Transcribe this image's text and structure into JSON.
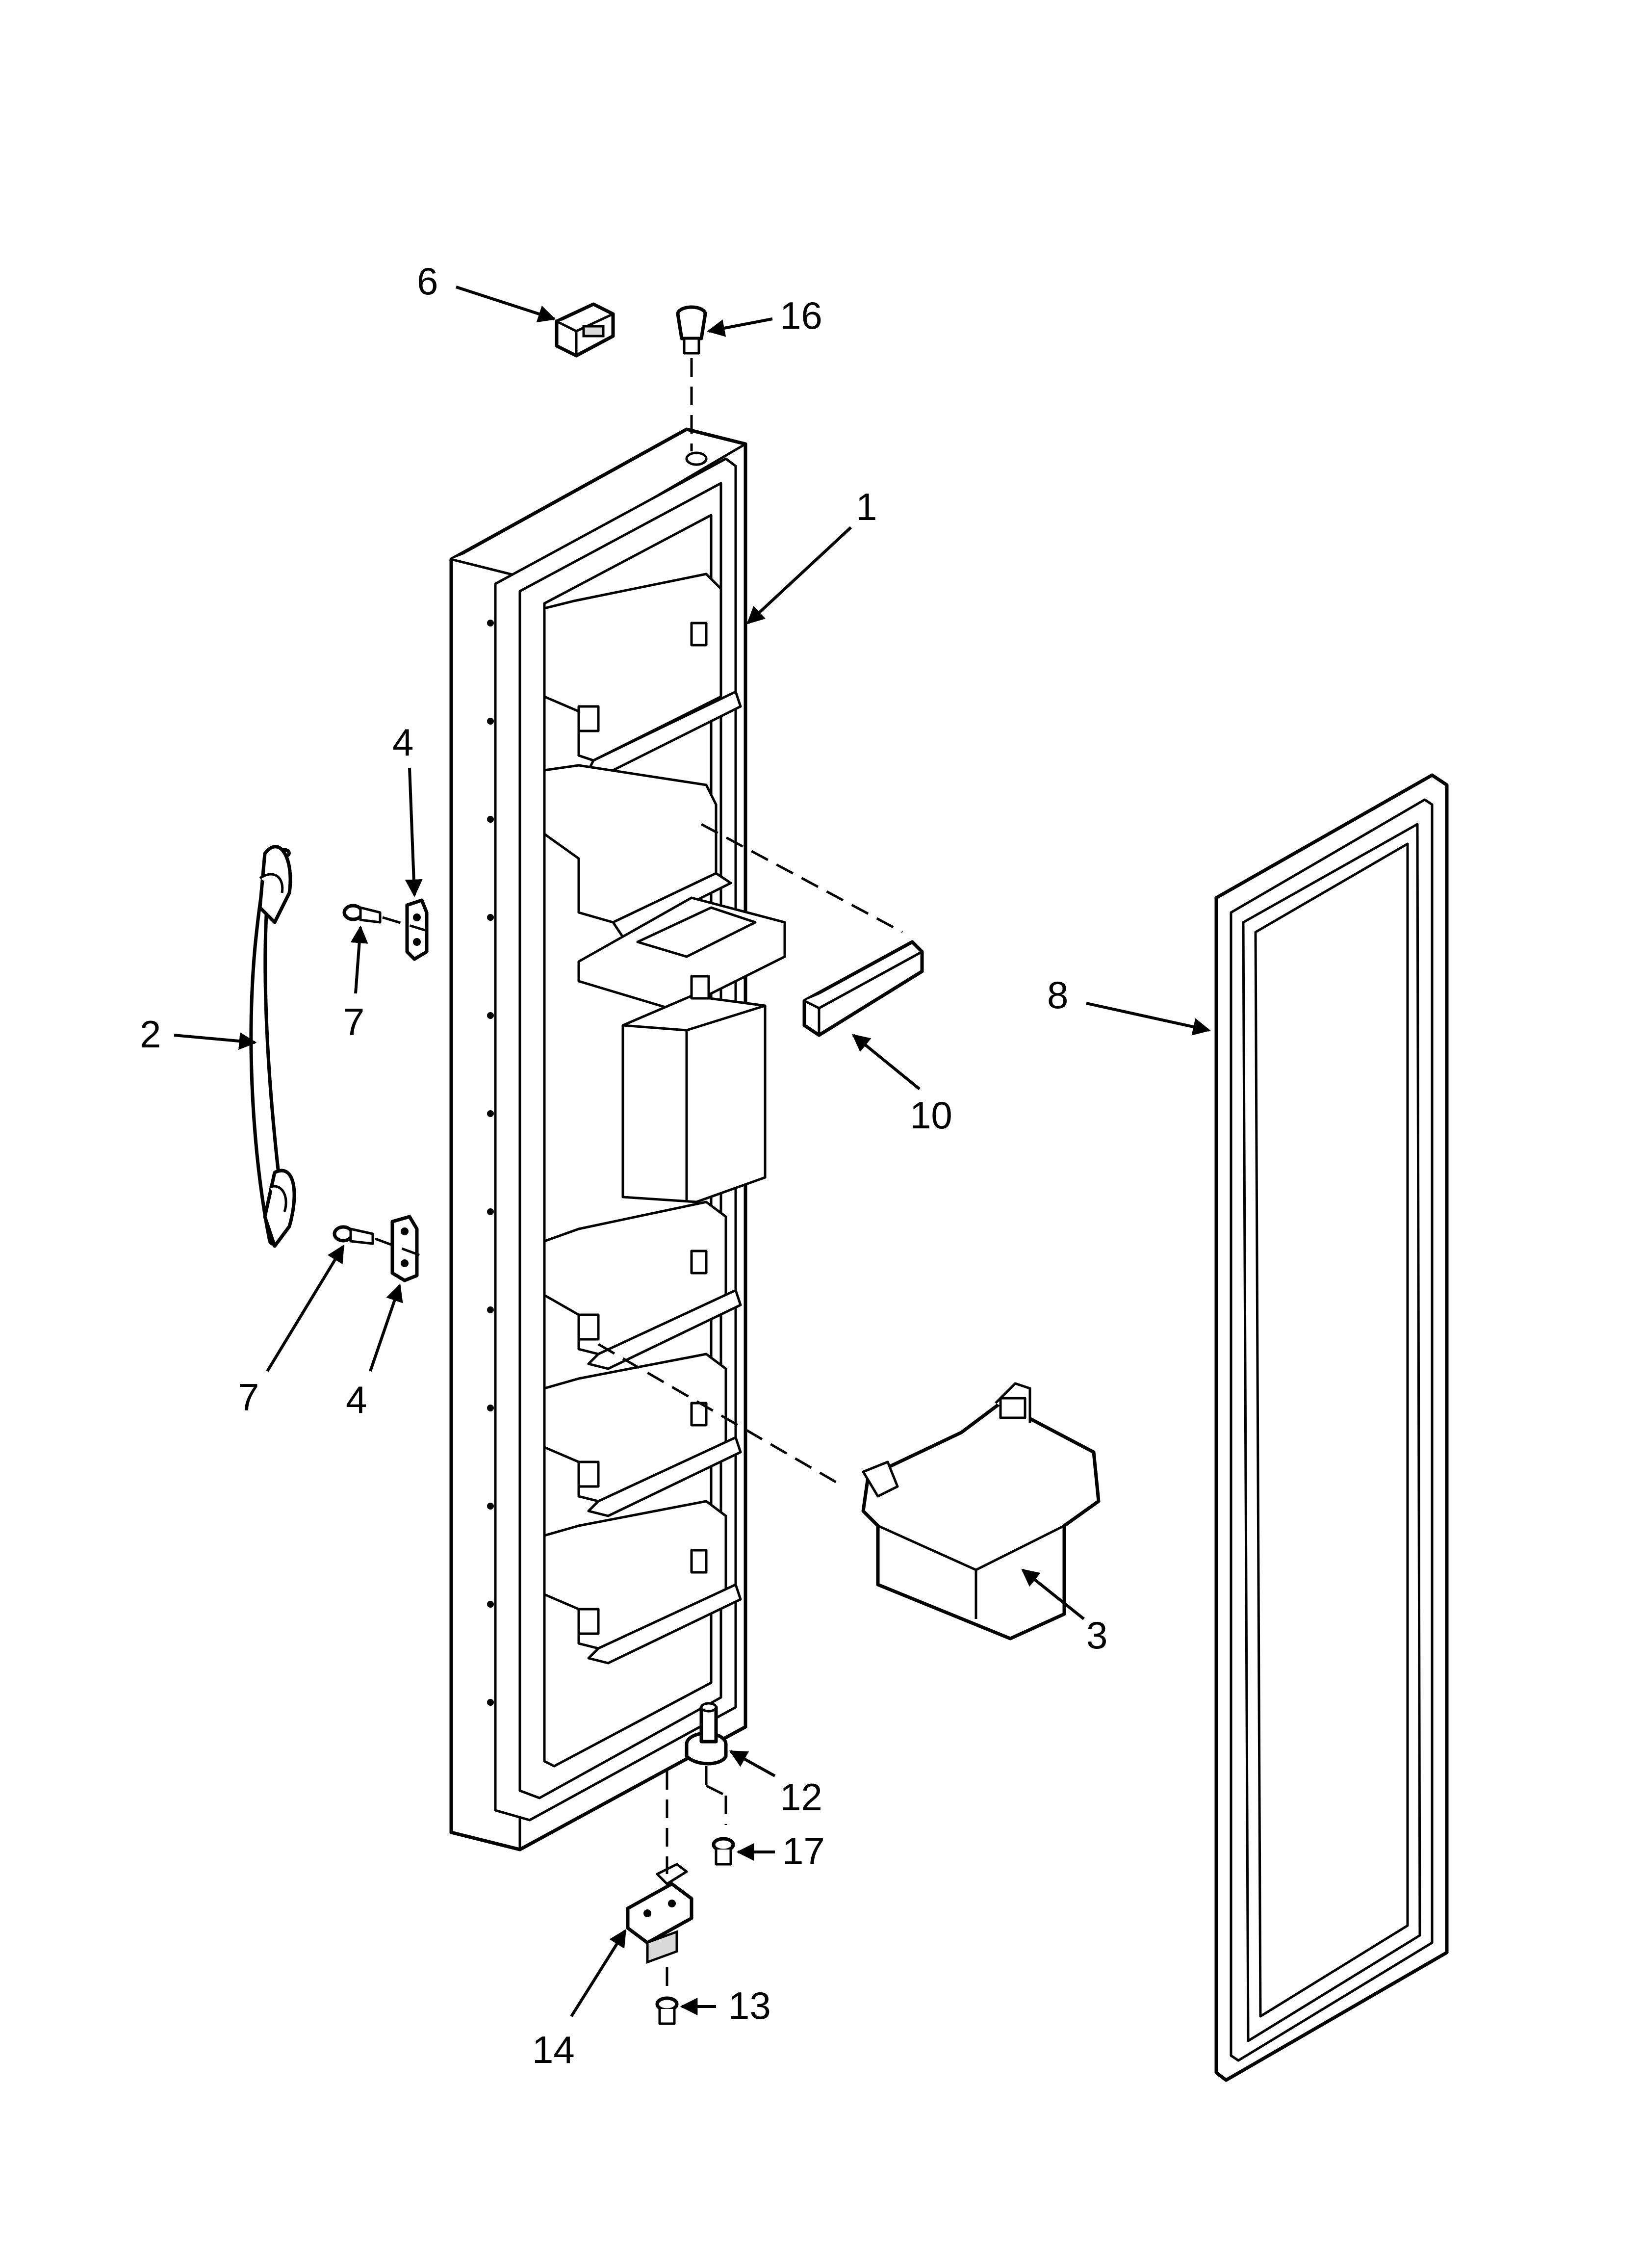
{
  "diagram": {
    "callouts": [
      {
        "id": "1",
        "label": "1"
      },
      {
        "id": "2",
        "label": "2"
      },
      {
        "id": "3",
        "label": "3"
      },
      {
        "id": "4a",
        "label": "4"
      },
      {
        "id": "4b",
        "label": "4"
      },
      {
        "id": "6",
        "label": "6"
      },
      {
        "id": "7a",
        "label": "7"
      },
      {
        "id": "7b",
        "label": "7"
      },
      {
        "id": "8",
        "label": "8"
      },
      {
        "id": "10",
        "label": "10"
      },
      {
        "id": "12",
        "label": "12"
      },
      {
        "id": "13",
        "label": "13"
      },
      {
        "id": "14",
        "label": "14"
      },
      {
        "id": "16",
        "label": "16"
      },
      {
        "id": "17",
        "label": "17"
      }
    ]
  }
}
